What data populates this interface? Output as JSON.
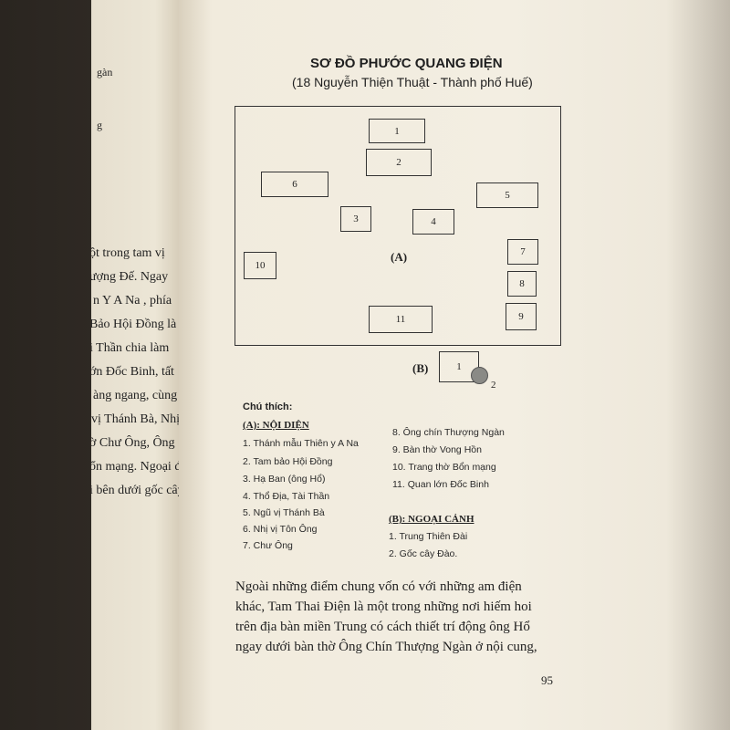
{
  "left_page_fragments": [
    "gàn",
    "g",
    "ột trong tam vị",
    "ượng Đế. Ngay",
    "n Y A Na , phía",
    "Bảo Hội Đồng là",
    "i Thần chia làm",
    "ớn Đốc Binh, tất",
    "àng ngang, cùng",
    "vị Thánh Bà, Nhị",
    "ờ Chư Ông, Ông",
    "ổn mạng. Ngoại điện",
    "i bên dưới gốc cây"
  ],
  "title": "SƠ ĐỒ PHƯỚC QUANG ĐIỆN",
  "subtitle": "(18 Nguyễn Thiện Thuật - Thành phố Huế)",
  "diagram": {
    "boxes": [
      "1",
      "2",
      "3",
      "4",
      "5",
      "6",
      "7",
      "8",
      "9",
      "10",
      "11"
    ],
    "label_a": "(A)",
    "label_b": "(B)",
    "b_box": "1",
    "b_tree": "2"
  },
  "legend": {
    "heading": "Chú thích:",
    "a_title": "(A): NỘI DIỆN",
    "a_items": [
      "1. Thánh mẫu Thiên y A Na",
      "2. Tam bảo Hội Đồng",
      "3. Hạ Ban (ông Hổ)",
      "4. Thổ Địa, Tài Thần",
      "5. Ngũ vị Thánh Bà",
      "6. Nhị vị Tôn Ông",
      "7. Chư Ông"
    ],
    "a_items_right": [
      "8. Ông chín Thượng Ngàn",
      "9. Bàn thờ Vong Hồn",
      "10. Trang thờ Bổn mạng",
      "11. Quan lớn Đốc Binh"
    ],
    "b_title": "(B): NGOẠI CẢNH",
    "b_items": [
      "1. Trung Thiên Đài",
      "2. Gốc cây Đào."
    ]
  },
  "paragraph": [
    "Ngoài những điểm chung vốn có với những am điện",
    "khác, Tam Thai Điện là một trong những nơi hiếm hoi",
    "trên địa bàn miền Trung có cách thiết trí động ông Hổ",
    "ngay dưới bàn thờ Ông Chín Thượng Ngàn ở nội cung,"
  ],
  "page_number": "95"
}
